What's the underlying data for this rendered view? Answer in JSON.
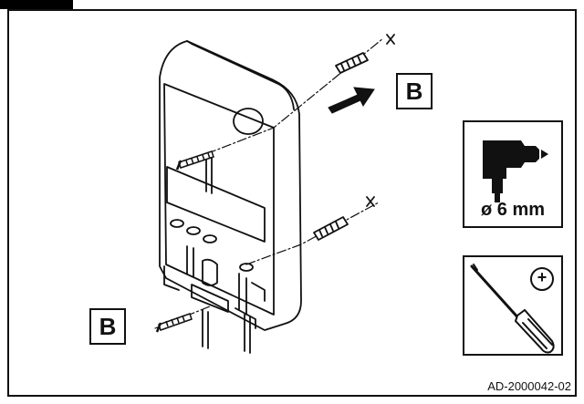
{
  "labels": {
    "top_b": "B",
    "bottom_b": "B"
  },
  "drill": {
    "icon": "drill-icon",
    "size_text": "ø 6 mm"
  },
  "screwdriver": {
    "icon": "phillips-screwdriver-icon",
    "head_symbol": "+"
  },
  "reference_code": "AD-2000042-02"
}
